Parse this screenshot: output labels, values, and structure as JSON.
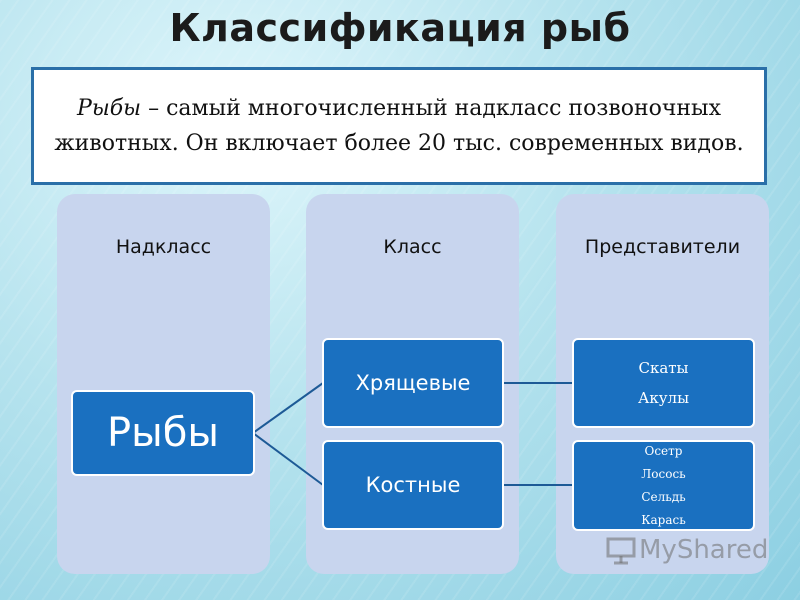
{
  "title": "Классификация рыб",
  "intro": {
    "italic": "Рыбы",
    "text": " – самый многочисленный надкласс позвоночных животных. Он включает более 20 тыс. современных видов."
  },
  "columns": [
    "Надкласс",
    "Класс",
    "Представители"
  ],
  "root": "Рыбы",
  "classes": [
    "Хрящевые",
    "Костные"
  ],
  "representatives": [
    [
      "Скаты",
      "Акулы"
    ],
    [
      "Осетр",
      "Лосось",
      "Сельдь",
      "Карась"
    ]
  ],
  "colors": {
    "node": "#1a70c0",
    "column": "#c8d5ee",
    "connector": "#1d5a96",
    "frame": "#2a6fa8"
  },
  "watermark": "MyShared"
}
